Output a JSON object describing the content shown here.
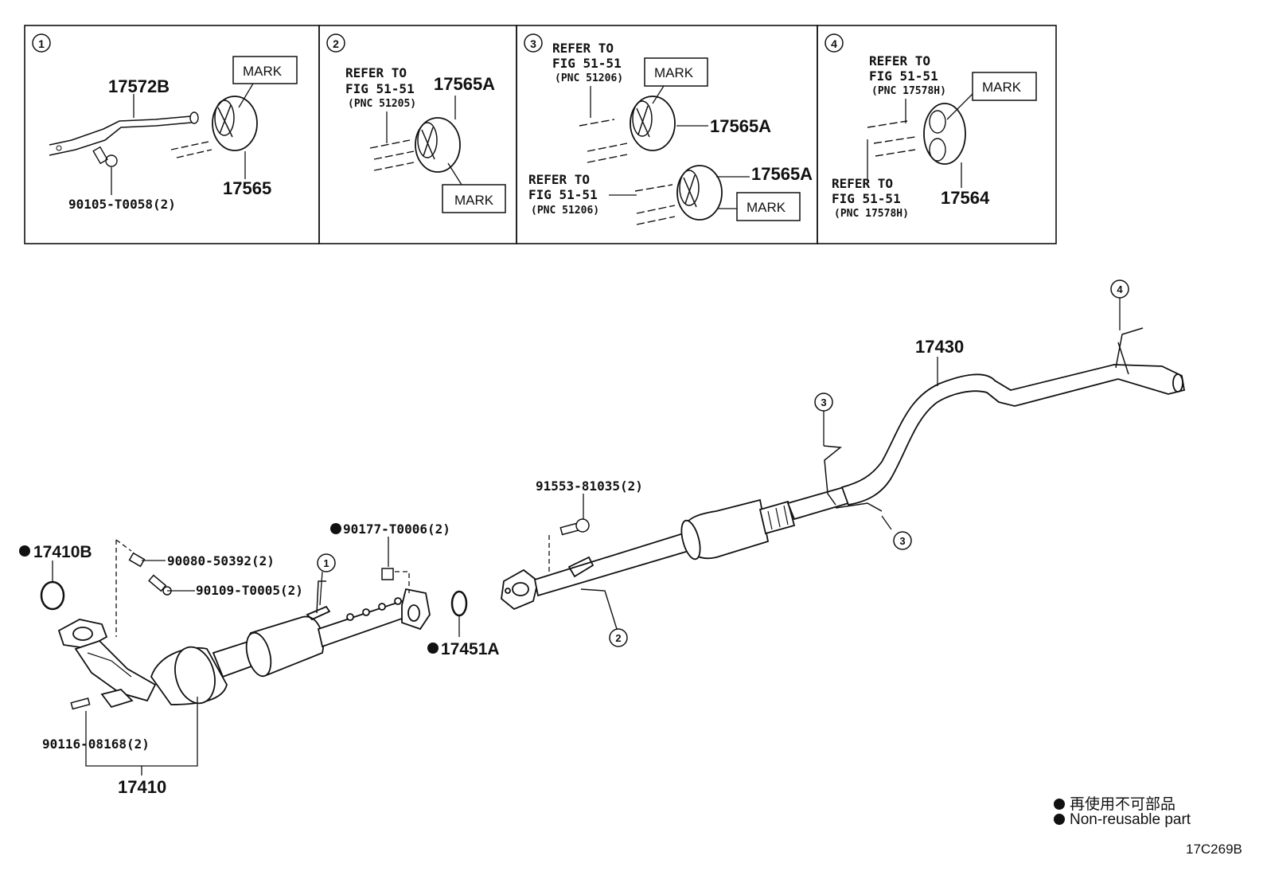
{
  "insets": [
    {
      "id": "1",
      "parts": [
        "17572B",
        "90105-T0058(2)",
        "17565"
      ],
      "mark": "MARK"
    },
    {
      "id": "2",
      "refer": [
        "REFER TO",
        "FIG 51-51",
        "(PNC 51205)"
      ],
      "parts": [
        "17565A"
      ],
      "mark": "MARK"
    },
    {
      "id": "3",
      "refer_top": [
        "REFER TO",
        "FIG 51-51",
        "(PNC 51206)"
      ],
      "refer_bottom": [
        "REFER TO",
        "FIG 51-51",
        "(PNC 51206)"
      ],
      "parts": [
        "17565A",
        "17565A"
      ],
      "marks": [
        "MARK",
        "MARK"
      ]
    },
    {
      "id": "4",
      "refer_top": [
        "REFER TO",
        "FIG 51-51",
        "(PNC 17578H)"
      ],
      "refer_bottom": [
        "REFER TO",
        "FIG 51-51",
        "(PNC 17578H)"
      ],
      "parts": [
        "17564"
      ],
      "mark": "MARK"
    }
  ],
  "main": {
    "callouts": [
      "1",
      "2",
      "3",
      "3",
      "4"
    ],
    "parts": {
      "p17410B": "17410B",
      "p90080": "90080-50392(2)",
      "p90109": "90109-T0005(2)",
      "p90177": "90177-T0006(2)",
      "p17451A": "17451A",
      "p90116": "90116-08168(2)",
      "p17410": "17410",
      "p91553": "91553-81035(2)",
      "p17430": "17430"
    }
  },
  "legend": {
    "jp": "再使用不可部品",
    "en": "Non-reusable part"
  },
  "figure_code": "17C269B"
}
